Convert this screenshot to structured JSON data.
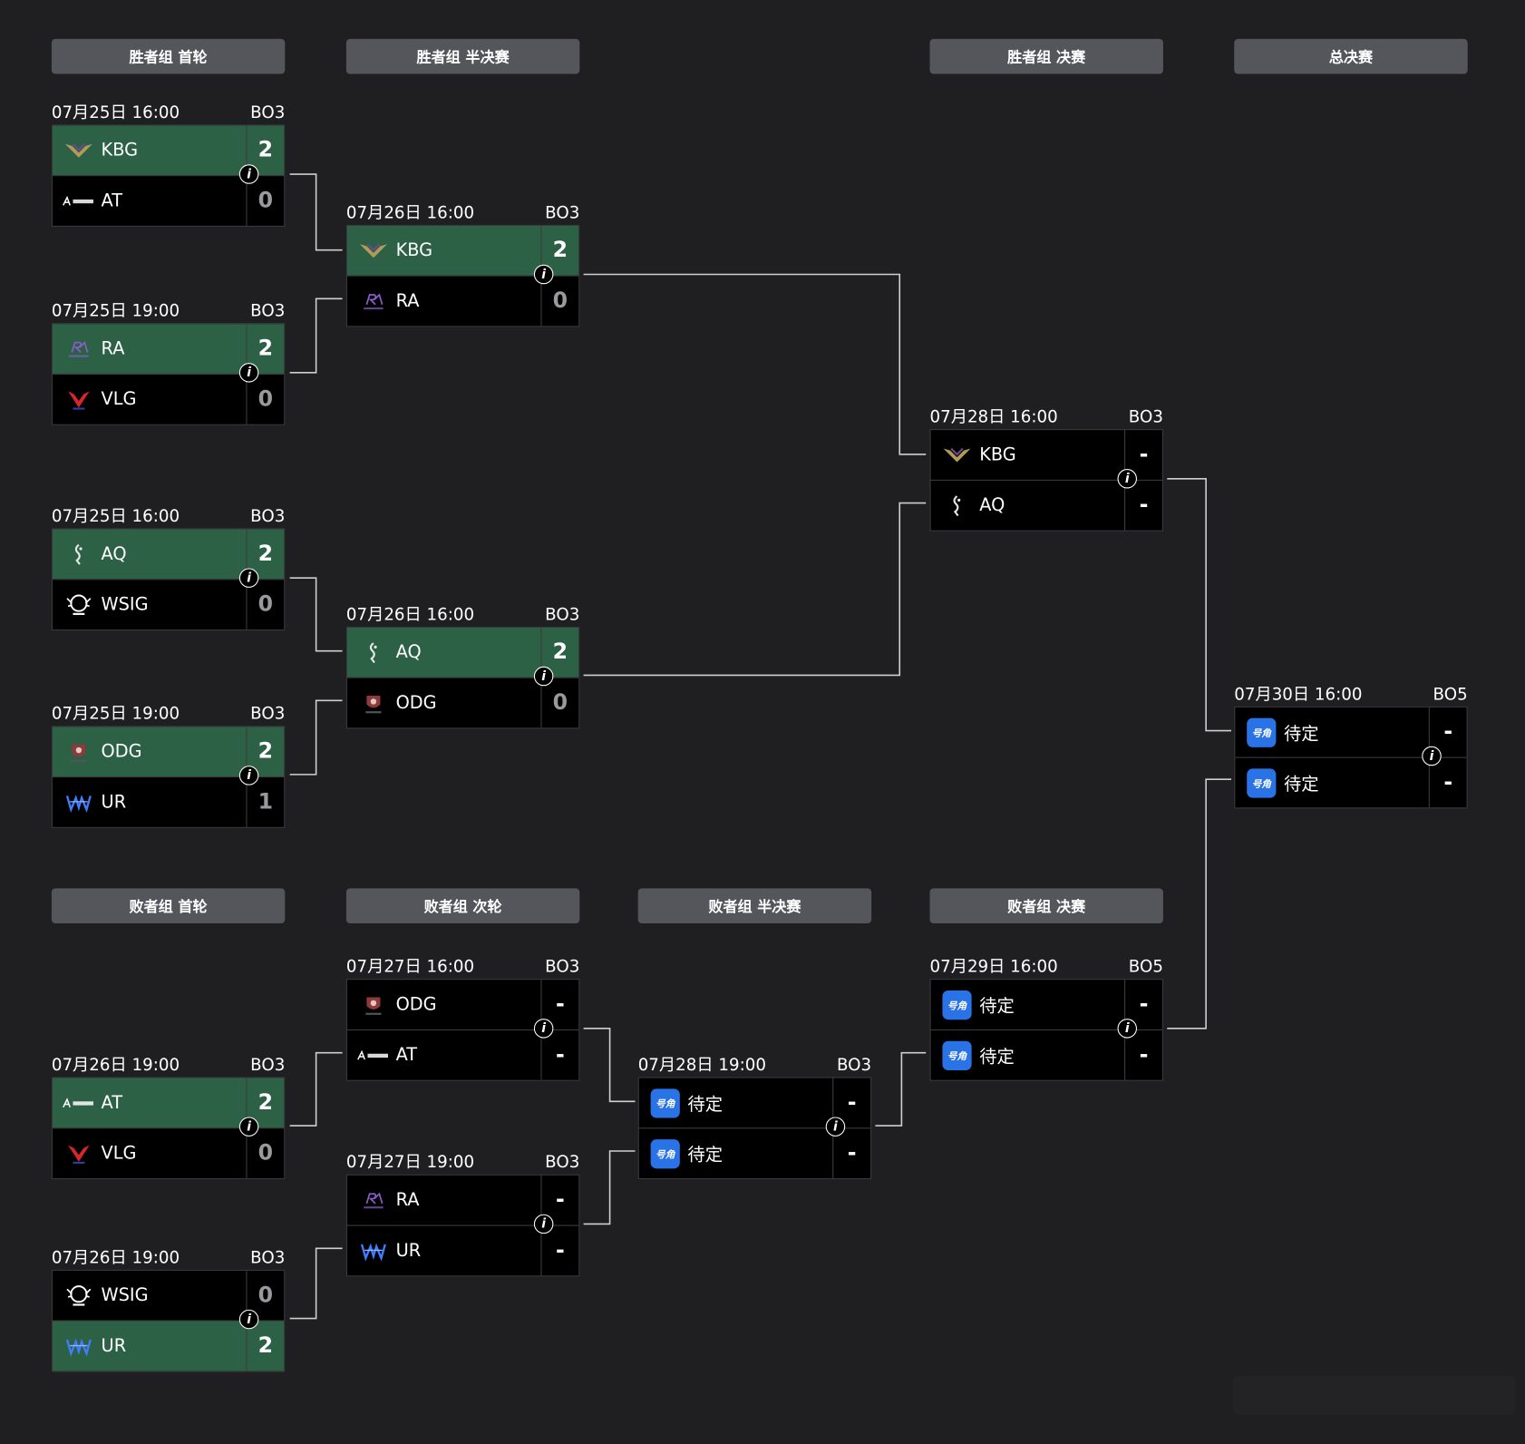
{
  "headers": {
    "wb_r1": "胜者组 首轮",
    "wb_semi": "胜者组 半决赛",
    "wb_final": "胜者组 决赛",
    "grand_final": "总决赛",
    "lb_r1": "败者组 首轮",
    "lb_r2": "败者组 次轮",
    "lb_semi": "败者组 半决赛",
    "lb_final": "败者组 决赛"
  },
  "matches": {
    "m1": {
      "time": "07月25日 16:00",
      "format": "BO3",
      "t1": "KBG",
      "s1": "2",
      "t2": "AT",
      "s2": "0"
    },
    "m2": {
      "time": "07月25日 19:00",
      "format": "BO3",
      "t1": "RA",
      "s1": "2",
      "t2": "VLG",
      "s2": "0"
    },
    "m3": {
      "time": "07月25日 16:00",
      "format": "BO3",
      "t1": "AQ",
      "s1": "2",
      "t2": "WSIG",
      "s2": "0"
    },
    "m4": {
      "time": "07月25日 19:00",
      "format": "BO3",
      "t1": "ODG",
      "s1": "2",
      "t2": "UR",
      "s2": "1"
    },
    "m5": {
      "time": "07月26日 16:00",
      "format": "BO3",
      "t1": "KBG",
      "s1": "2",
      "t2": "RA",
      "s2": "0"
    },
    "m6": {
      "time": "07月26日 16:00",
      "format": "BO3",
      "t1": "AQ",
      "s1": "2",
      "t2": "ODG",
      "s2": "0"
    },
    "m7": {
      "time": "07月28日 16:00",
      "format": "BO3",
      "t1": "KBG",
      "s1": "-",
      "t2": "AQ",
      "s2": "-"
    },
    "m8": {
      "time": "07月30日 16:00",
      "format": "BO5",
      "t1": "待定",
      "s1": "-",
      "t2": "待定",
      "s2": "-"
    },
    "m9": {
      "time": "07月26日 19:00",
      "format": "BO3",
      "t1": "AT",
      "s1": "2",
      "t2": "VLG",
      "s2": "0"
    },
    "m10": {
      "time": "07月26日 19:00",
      "format": "BO3",
      "t1": "WSIG",
      "s1": "0",
      "t2": "UR",
      "s2": "2"
    },
    "m11": {
      "time": "07月27日 16:00",
      "format": "BO3",
      "t1": "ODG",
      "s1": "-",
      "t2": "AT",
      "s2": "-"
    },
    "m12": {
      "time": "07月27日 19:00",
      "format": "BO3",
      "t1": "RA",
      "s1": "-",
      "t2": "UR",
      "s2": "-"
    },
    "m13": {
      "time": "07月28日 19:00",
      "format": "BO3",
      "t1": "待定",
      "s1": "-",
      "t2": "待定",
      "s2": "-"
    },
    "m14": {
      "time": "07月29日 16:00",
      "format": "BO5",
      "t1": "待定",
      "s1": "-",
      "t2": "待定",
      "s2": "-"
    }
  },
  "info_glyph": "i",
  "tbd_badge": "号角",
  "colors": {
    "background": "#1f1f21",
    "winner_row": "#2c6146",
    "header": "#55565b",
    "connector": "#cfcfd2",
    "tbd_badge": "#2a73e6"
  },
  "icons": {
    "KBG": "kbg-logo-icon",
    "AT": "at-logo-icon",
    "RA": "ra-logo-icon",
    "VLG": "vlg-logo-icon",
    "AQ": "aq-logo-icon",
    "WSIG": "wsig-logo-icon",
    "ODG": "odg-logo-icon",
    "UR": "ur-logo-icon",
    "TBD": "tbd-badge-icon",
    "info": "info-icon"
  }
}
